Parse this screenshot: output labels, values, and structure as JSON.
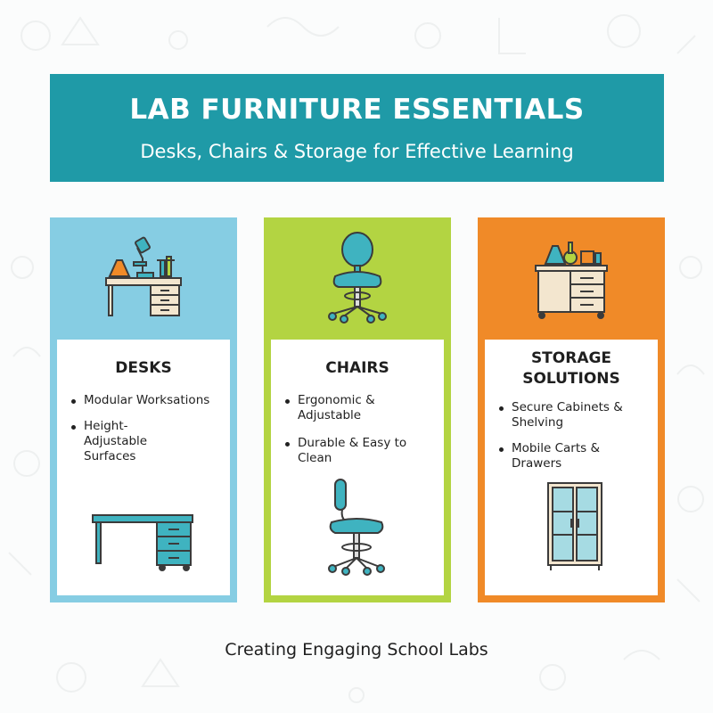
{
  "colors": {
    "banner": "#1f9aa7",
    "desks": "#86cde3",
    "chairs": "#b3d442",
    "storage": "#f08a28",
    "icon_teal": "#3fb3c0",
    "icon_outline": "#3b3b3b",
    "wood": "#f3e6cf"
  },
  "banner": {
    "title": "LAB FURNITURE ESSENTIALS",
    "subtitle": "Desks, Chairs & Storage for Effective Learning"
  },
  "cards": [
    {
      "heading": "DESKS",
      "top_icon": "lab-desk-microscope-icon",
      "bottom_icon": "desk-icon",
      "bullets": [
        "Modular Worksations",
        "Height-Adjustable Surfaces"
      ]
    },
    {
      "heading": "CHAIRS",
      "top_icon": "lab-chair-icon",
      "bottom_icon": "lab-stool-icon",
      "bullets": [
        "Ergonomic & Adjustable",
        "Durable & Easy to Clean"
      ]
    },
    {
      "heading": "STORAGE SOLUTIONS",
      "top_icon": "storage-cabinet-flasks-icon",
      "bottom_icon": "glass-cabinet-icon",
      "bullets": [
        "Secure Cabinets & Shelving",
        "Mobile Carts & Drawers"
      ]
    }
  ],
  "footer": "Creating Engaging School Labs"
}
